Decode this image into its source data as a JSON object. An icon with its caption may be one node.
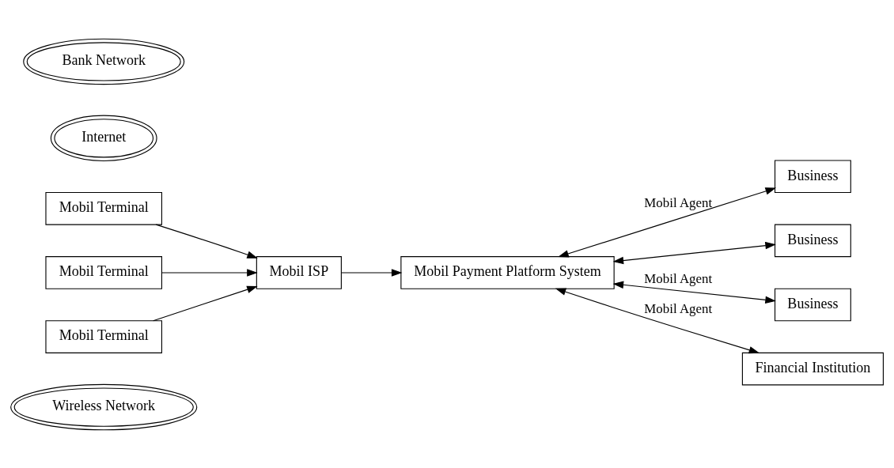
{
  "diagram": {
    "nodes": [
      {
        "text": [
          "Wireless Network"
        ]
      },
      {
        "text": [
          "Mobil ISP"
        ]
      },
      {
        "text": [
          "Business"
        ]
      },
      {
        "text": [
          "Mobil Terminal"
        ]
      },
      {
        "text": [
          "Internet"
        ]
      },
      {
        "text": [
          "Business"
        ]
      },
      {
        "text": [
          "Mobil Payment Platform System"
        ]
      },
      {
        "text": [
          "Mobil Terminal"
        ]
      },
      {
        "text": [
          "Business"
        ]
      },
      {
        "text": [
          "Mobil Terminal"
        ]
      },
      {
        "text": [
          "Bank Network"
        ]
      },
      {
        "text": [
          "Financial Institution"
        ]
      }
    ],
    "edges": [
      {
        "from": 3,
        "to": 1,
        "arrow": "to"
      },
      {
        "from": 7,
        "to": 1,
        "arrow": "to"
      },
      {
        "from": 9,
        "to": 1,
        "arrow": "to"
      },
      {
        "from": 1,
        "to": 6,
        "arrow": "to"
      },
      {
        "from": 6,
        "to": 2,
        "arrow": "both",
        "label": "Mobil Agent"
      },
      {
        "from": 6,
        "to": 5,
        "arrow": "both"
      },
      {
        "from": 6,
        "to": 8,
        "arrow": "both",
        "label": "Mobil Agent"
      },
      {
        "from": 6,
        "to": 11,
        "arrow": "both",
        "label": "Mobil Agent"
      }
    ]
  }
}
